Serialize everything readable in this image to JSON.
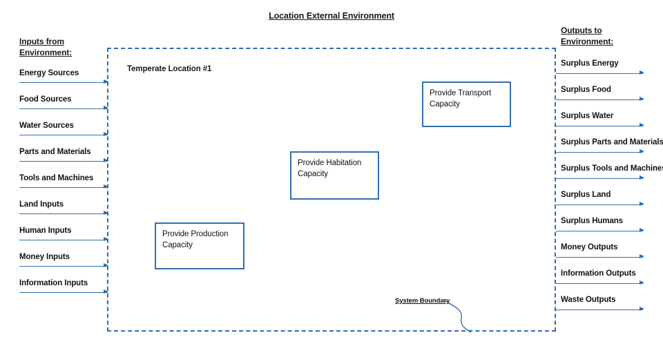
{
  "diagram": {
    "title": "Location External Environment",
    "location_label": "Temperate Location #1",
    "boundary_callout": "System Boundary"
  },
  "inputs": {
    "header_line1": "Inputs from",
    "header_line2": "Environment:",
    "items": [
      {
        "label": "Energy Sources"
      },
      {
        "label": "Food Sources"
      },
      {
        "label": "Water Sources"
      },
      {
        "label": "Parts and Materials"
      },
      {
        "label": "Tools and Machines"
      },
      {
        "label": "Land Inputs"
      },
      {
        "label": "Human Inputs"
      },
      {
        "label": "Money Inputs"
      },
      {
        "label": "Information Inputs"
      }
    ]
  },
  "outputs": {
    "header_line1": "Outputs to",
    "header_line2": "Environment:",
    "items": [
      {
        "label": "Surplus Energy"
      },
      {
        "label": "Surplus Food"
      },
      {
        "label": "Surplus Water"
      },
      {
        "label": "Surplus Parts and Materials"
      },
      {
        "label": "Surplus Tools and Machines"
      },
      {
        "label": "Surplus Land"
      },
      {
        "label": "Surplus Humans"
      },
      {
        "label": "Money Outputs"
      },
      {
        "label": "Information Outputs"
      },
      {
        "label": "Waste Outputs"
      }
    ]
  },
  "capabilities": [
    {
      "id": "transport",
      "label": "Provide Transport Capacity"
    },
    {
      "id": "habitation",
      "label": "Provide Habitation Capacity"
    },
    {
      "id": "production",
      "label": "Provide Production Capacity"
    }
  ],
  "colors": {
    "accent_blue": "#2E6FAF",
    "boundary_blue": "#2C6EAF",
    "text_black": "#111111",
    "background": "#ffffff"
  }
}
